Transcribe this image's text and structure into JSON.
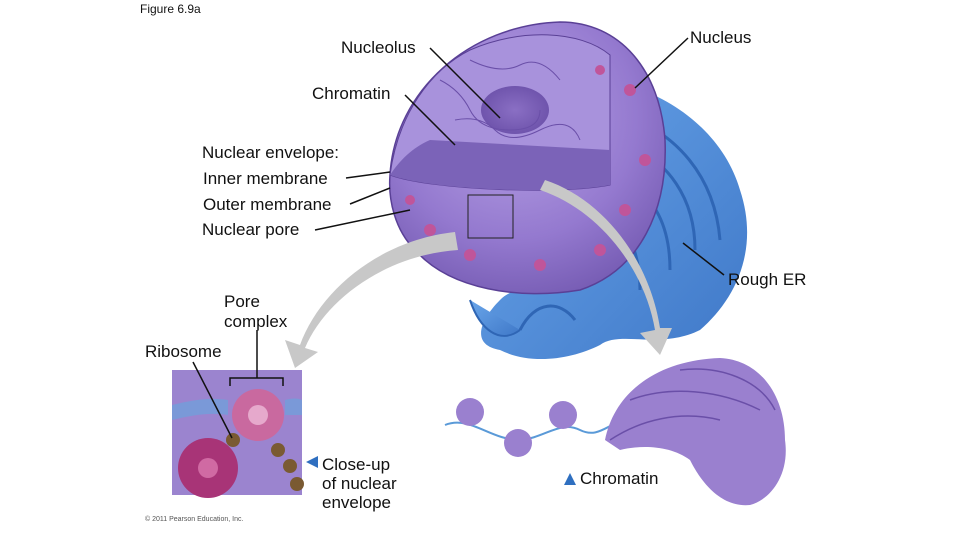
{
  "figure_label": "Figure 6.9a",
  "labels": {
    "nucleolus": "Nucleolus",
    "nucleus": "Nucleus",
    "chromatin_top": "Chromatin",
    "envelope_title": "Nuclear envelope:",
    "inner_membrane": "Inner membrane",
    "outer_membrane": "Outer membrane",
    "nuclear_pore": "Nuclear pore",
    "rough_er": "Rough ER",
    "pore_complex_1": "Pore",
    "pore_complex_2": "complex",
    "ribosome": "Ribosome",
    "closeup_1": "Close-up",
    "closeup_2": "of nuclear",
    "closeup_3": "envelope",
    "chromatin_bottom": "Chromatin"
  },
  "copyright": "© 2011 Pearson Education, Inc.",
  "colors": {
    "nucleus_purple": "#9c7fd0",
    "nucleus_dark": "#6a4fa8",
    "er_blue": "#5b95dd",
    "arrow_gray": "#c8c8c8",
    "pore_pink": "#c0559a"
  }
}
